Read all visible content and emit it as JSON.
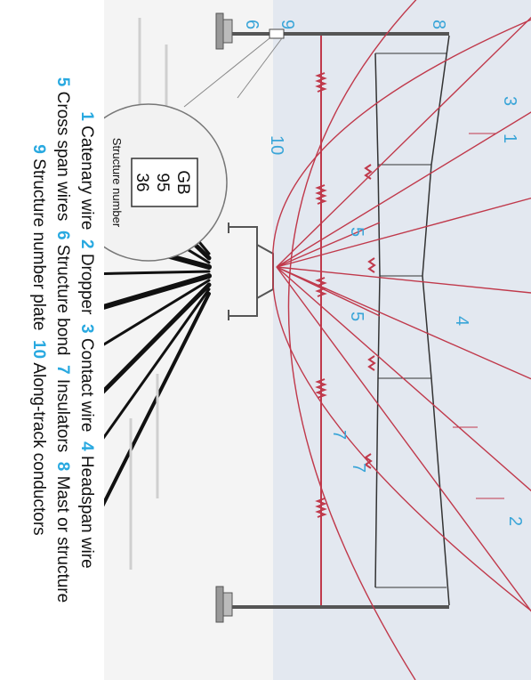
{
  "plate_label": "Structure number",
  "plate_text": [
    "GB",
    "95",
    "36"
  ],
  "callouts": {
    "c1": "1",
    "c2": "2",
    "c3": "3",
    "c4": "4",
    "c5a": "5",
    "c5b": "5",
    "c6": "6",
    "c7a": "7",
    "c7b": "7",
    "c8": "8",
    "c9": "9",
    "c10": "10"
  },
  "legend": [
    {
      "num": "1",
      "label": "Catenary wire"
    },
    {
      "num": "2",
      "label": "Dropper"
    },
    {
      "num": "3",
      "label": "Contact wire"
    },
    {
      "num": "4",
      "label": "Headspan wire"
    },
    {
      "num": "5",
      "label": "Cross span wires"
    },
    {
      "num": "6",
      "label": "Structure bond"
    },
    {
      "num": "7",
      "label": "Insulators"
    },
    {
      "num": "8",
      "label": "Mast or structure"
    },
    {
      "num": "9",
      "label": "Structure number plate"
    },
    {
      "num": "10",
      "label": "Along-track conductors"
    }
  ],
  "colors": {
    "wire": "#c0394b",
    "structure": "#333333",
    "callout": "#3aa5d8",
    "sky": "#e3e8f0"
  }
}
